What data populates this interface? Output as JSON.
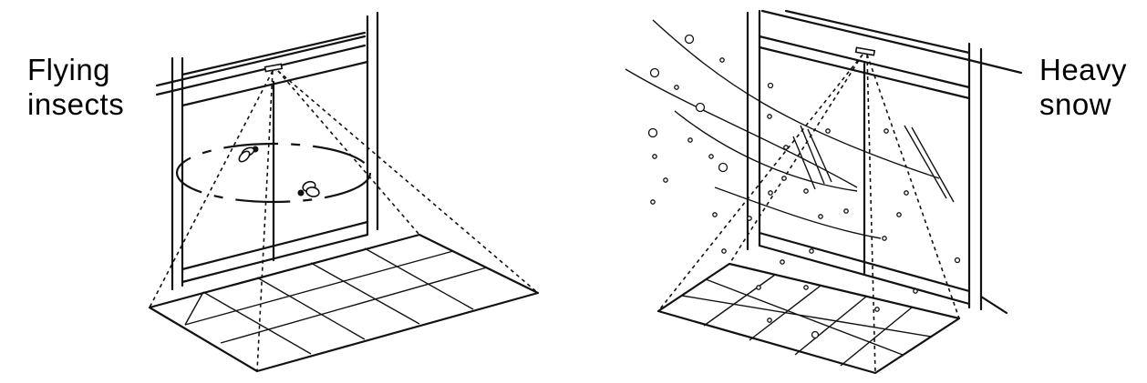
{
  "panels": [
    {
      "label_line1": "Flying",
      "label_line2": "insects"
    },
    {
      "label_line1": "Heavy",
      "label_line2": "snow"
    }
  ]
}
